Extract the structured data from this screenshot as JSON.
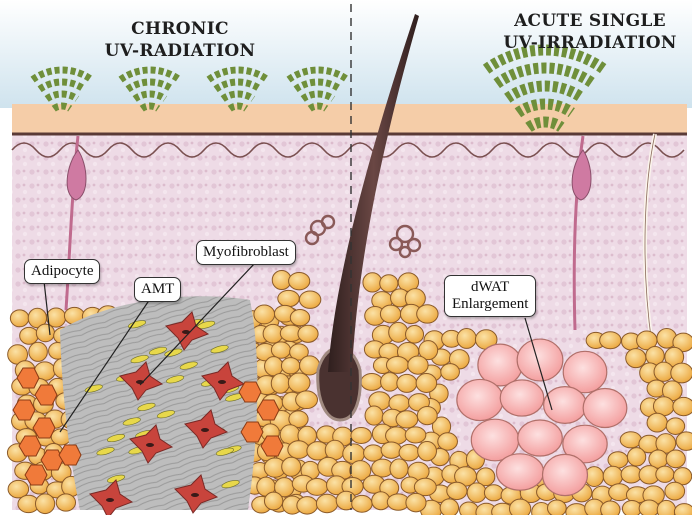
{
  "headings": {
    "chronic": [
      "CHRONIC",
      "UV-RADIATION"
    ],
    "acute": [
      "ACUTE SINGLE",
      "UV-IRRADIATION"
    ]
  },
  "labels": {
    "adipocyte": "Adipocyte",
    "amt": "AMT",
    "myofibroblast": "Myofibroblast",
    "dwat": [
      "dWAT",
      "Enlargement"
    ]
  },
  "colors": {
    "sky": "#cfe3ee",
    "epidermis": "#f5cda8",
    "dermis": "#eedbe6",
    "adipocyte": "#f2b54a",
    "adipocyte_outline": "#8a5a2a",
    "enlarged_adipocyte": "#f6a9a9",
    "amt_cell": "#f07a3a",
    "myofibroblast": "#c8443c",
    "fibroblast": "#e8d84a",
    "fibrosis": "#b3b3b3",
    "hair": "#4a3230",
    "uv_wave": "#6f8f3a"
  }
}
